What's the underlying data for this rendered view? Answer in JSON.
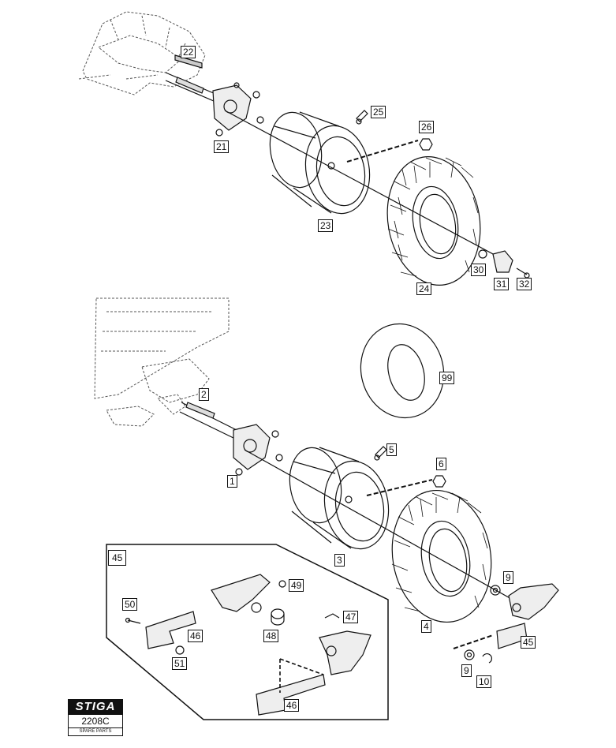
{
  "labels": {
    "p22": "22",
    "p21": "21",
    "p25": "25",
    "p26": "26",
    "p23": "23",
    "p24": "24",
    "p30": "30",
    "p31": "31",
    "p32": "32",
    "p2": "2",
    "p99": "99",
    "p5": "5",
    "p6": "6",
    "p1": "1",
    "p3": "3",
    "p4": "4",
    "p9a": "9",
    "p9b": "9",
    "p10": "10",
    "p45": "45",
    "p45box": "45",
    "p49": "49",
    "p50": "50",
    "p47": "47",
    "p46a": "46",
    "p48": "48",
    "p51": "51",
    "p46b": "46"
  },
  "logo": {
    "brand": "STIGA",
    "code": "2208C",
    "subtitle": "SPARE PARTS"
  },
  "colors": {
    "line": "#111111",
    "ghost": "#555555",
    "paper": "#ffffff"
  }
}
